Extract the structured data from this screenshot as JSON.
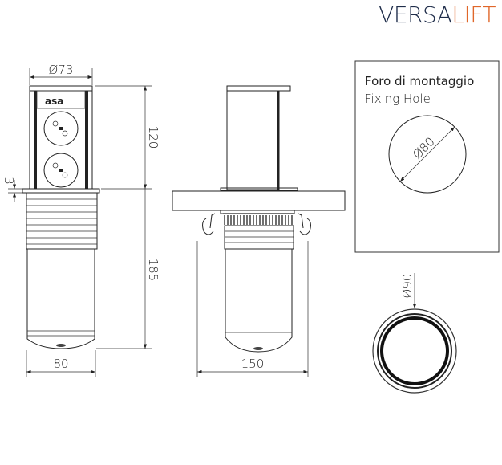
{
  "brand": {
    "part1": "VERSA",
    "part2": "LIFT",
    "color1": "#1f2d4a",
    "color2": "#e0672a"
  },
  "front_view": {
    "diameter_label": "Ø73",
    "height_top_label": "120",
    "flange_label": "3",
    "height_bottom_label": "185",
    "width_label": "80",
    "socket_logo": "asa"
  },
  "side_view": {
    "width_label": "150"
  },
  "fixing_hole": {
    "title_it": "Foro di montaggio",
    "title_en": "Fixing Hole",
    "diameter_label": "Ø80"
  },
  "ring_view": {
    "diameter_label": "Ø90"
  }
}
